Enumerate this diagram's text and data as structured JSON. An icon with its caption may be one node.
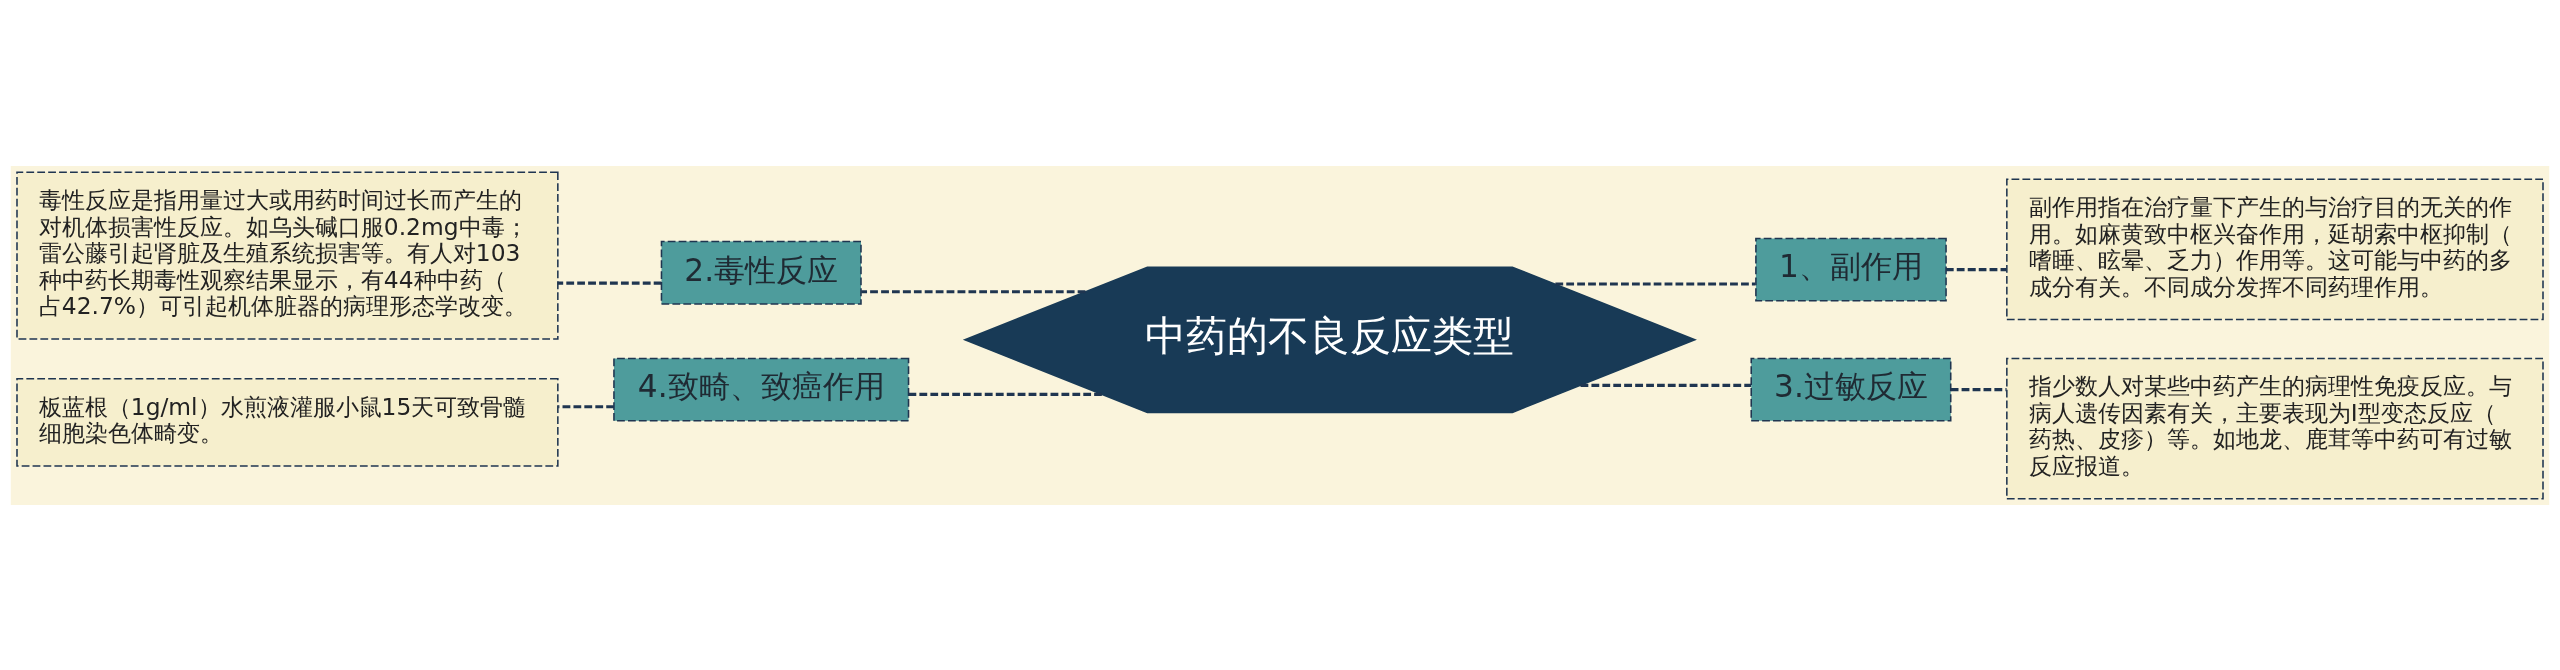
{
  "diagram": {
    "nodes": [
      {
        "text": [
          "中药的不良反应类型"
        ]
      },
      {
        "text": [
          "1、副作用"
        ]
      },
      {
        "text": [
          "副作用指在治疗量下产生的与治疗目的无关的作用。如麻黄致中枢兴奋作用，延胡索中枢抑制（嗜睡、眩晕、乏力）作用等。这可能与中药的多成分有关。不同成分发挥不同药理作用。"
        ]
      },
      {
        "text": [
          "2.毒性反应"
        ]
      },
      {
        "text": [
          "毒性反应是指用量过大或用药时间过长而产生的对机体损害性反应。如乌头碱口服0.2mg中毒；雷公藤引起肾脏及生殖系统损害等。有人对103种中药长期毒性观察结果显示，有44种中药（占42.7%）可引起机体脏器的病理形态学改变。"
        ]
      },
      {
        "text": [
          "3.过敏反应"
        ]
      },
      {
        "text": [
          "指少数人对某些中药产生的病理性免疫反应。与病人遗传因素有关，主要表现为Ⅰ型变态反应（药热、皮疹）等。如地龙、鹿茸等中药可有过敏反应报道。"
        ]
      },
      {
        "text": [
          "4.致畸、致癌作用"
        ]
      },
      {
        "text": [
          "板蓝根（1g/ml）水煎液灌服小鼠15天可致骨髓细胞染色体畸变。"
        ]
      }
    ],
    "edges": [
      {
        "from": 0,
        "to": 1,
        "arrow": "none",
        "style": "dashed"
      },
      {
        "from": 1,
        "to": 2,
        "arrow": "none",
        "style": "dashed"
      },
      {
        "from": 0,
        "to": 3,
        "arrow": "none",
        "style": "dashed"
      },
      {
        "from": 3,
        "to": 4,
        "arrow": "none",
        "style": "dashed"
      },
      {
        "from": 0,
        "to": 5,
        "arrow": "none",
        "style": "dashed"
      },
      {
        "from": 5,
        "to": 6,
        "arrow": "none",
        "style": "dashed"
      },
      {
        "from": 0,
        "to": 7,
        "arrow": "none",
        "style": "dashed"
      },
      {
        "from": 7,
        "to": 8,
        "arrow": "none",
        "style": "dashed"
      }
    ]
  }
}
